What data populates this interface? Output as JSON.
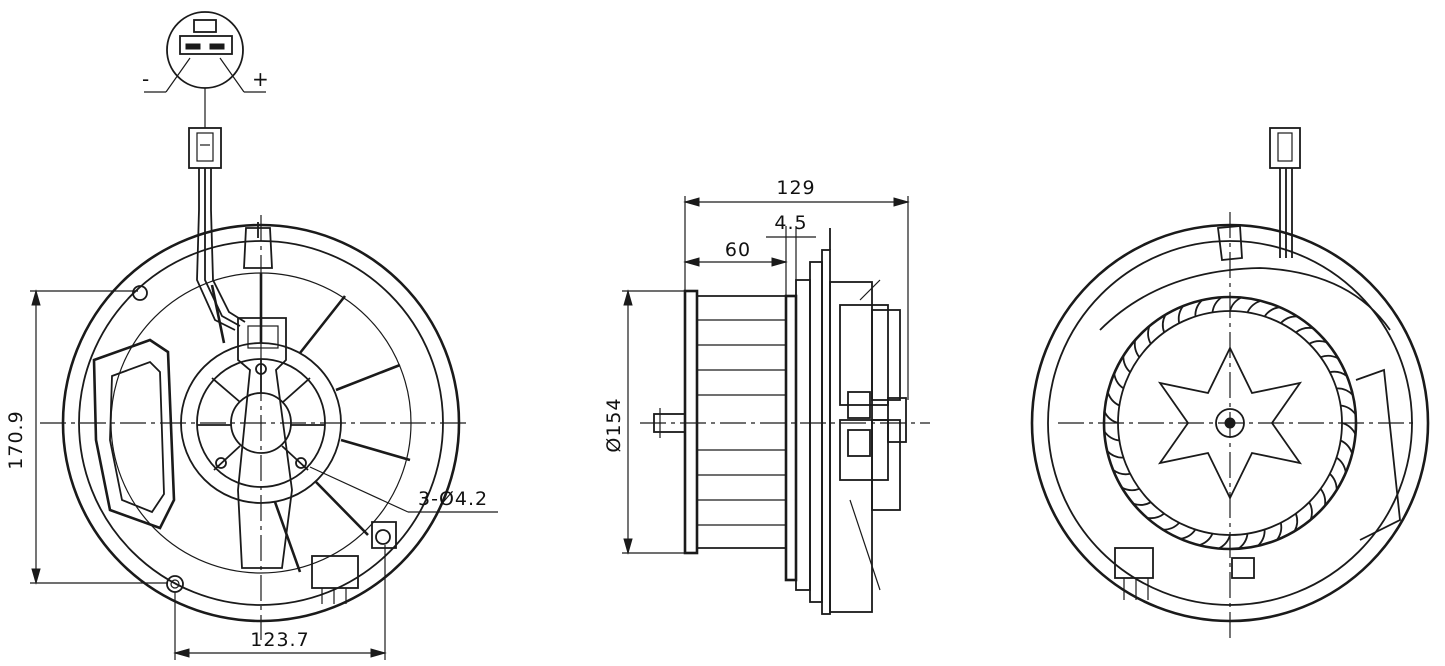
{
  "front_view": {
    "polarity_minus": "-",
    "polarity_plus": "+",
    "dim_height": "170.9",
    "dim_width": "123.7",
    "dim_holes": "3-Ø4.2"
  },
  "side_view": {
    "dim_overall_depth": "129",
    "dim_flange": "4.5",
    "dim_motor_depth": "60",
    "dim_diameter": "Ø154"
  },
  "colors": {
    "line": "#1a1a1a",
    "background": "#ffffff"
  }
}
